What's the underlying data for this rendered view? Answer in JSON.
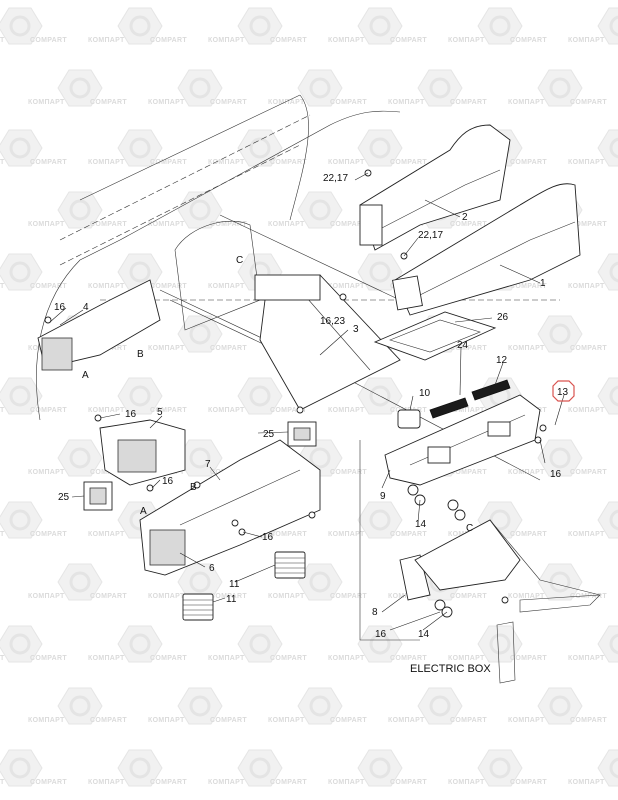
{
  "watermark": {
    "text_left": "КОМПАРТ",
    "text_right": "COMPART"
  },
  "callouts": {
    "c1": "1",
    "c2": "2",
    "c3": "3",
    "c4": "4",
    "c5": "5",
    "c6": "6",
    "c7": "7",
    "c8": "8",
    "c9": "9",
    "c10": "10",
    "c11a": "11",
    "c11b": "11",
    "c12": "12",
    "c13": "13",
    "c14a": "14",
    "c14b": "14",
    "c16a": "16",
    "c16b": "16",
    "c16c": "16",
    "c16d": "16",
    "c16e": "16",
    "c16f": "16",
    "c1623": "16,23",
    "c2217a": "22,17",
    "c2217b": "22,17",
    "c24": "24",
    "c25a": "25",
    "c25b": "25",
    "c26": "26",
    "ca": "A",
    "ca2": "A",
    "cb": "B",
    "cb2": "B",
    "cc": "C",
    "cc2": "C"
  },
  "labels": {
    "electric_box": "ELECTRIC BOX"
  },
  "highlight": {
    "callout_13_color": "#d9534f"
  }
}
